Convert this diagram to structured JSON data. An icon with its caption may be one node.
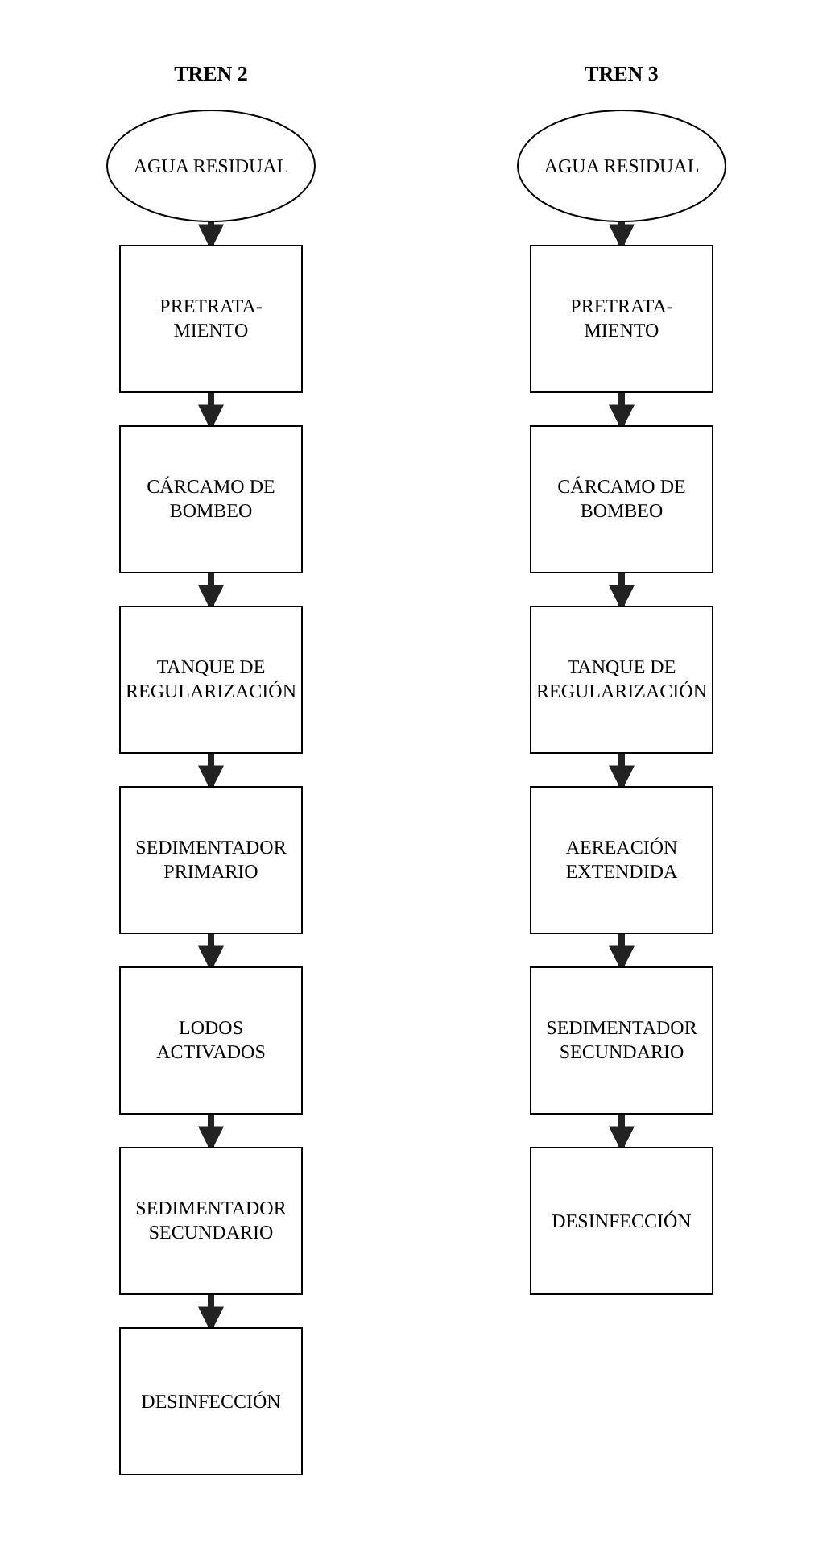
{
  "diagram": {
    "nodes": [
      {
        "text": [
          "AGUA RESIDUAL"
        ]
      },
      {
        "text": [
          "PRETRATA- MIENTO"
        ]
      },
      {
        "text": [
          "CÁRCAMO DE BOMBEO"
        ]
      },
      {
        "text": [
          "TANQUE DE REGULARIZACIÓN"
        ]
      },
      {
        "text": [
          "SEDIMENTADOR PRIMARIO"
        ]
      },
      {
        "text": [
          "LODOS ACTIVADOS"
        ]
      },
      {
        "text": [
          "SEDIMENTADOR SECUNDARIO"
        ]
      },
      {
        "text": [
          "DESINFECCIÓN"
        ]
      },
      {
        "text": [
          "AGUA RESIDUAL"
        ]
      },
      {
        "text": [
          "PRETRATA- MIENTO"
        ]
      },
      {
        "text": [
          "CÁRCAMO DE BOMBEO"
        ]
      },
      {
        "text": [
          "TANQUE DE REGULARIZACIÓN"
        ]
      },
      {
        "text": [
          "AEREACIÓN EXTENDIDA"
        ]
      },
      {
        "text": [
          "SEDIMENTADOR SECUNDARIO"
        ]
      },
      {
        "text": [
          "DESINFECCIÓN"
        ]
      }
    ],
    "edges": [
      {
        "from": 0,
        "to": 1,
        "arrow": "to"
      },
      {
        "from": 1,
        "to": 2,
        "arrow": "to"
      },
      {
        "from": 2,
        "to": 3,
        "arrow": "to"
      },
      {
        "from": 3,
        "to": 4,
        "arrow": "to"
      },
      {
        "from": 4,
        "to": 5,
        "arrow": "to"
      },
      {
        "from": 5,
        "to": 6,
        "arrow": "to"
      },
      {
        "from": 6,
        "to": 7,
        "arrow": "to"
      },
      {
        "from": 8,
        "to": 9,
        "arrow": "to"
      },
      {
        "from": 9,
        "to": 10,
        "arrow": "to"
      },
      {
        "from": 10,
        "to": 11,
        "arrow": "to"
      },
      {
        "from": 11,
        "to": 12,
        "arrow": "to"
      },
      {
        "from": 12,
        "to": 13,
        "arrow": "to"
      },
      {
        "from": 13,
        "to": 14,
        "arrow": "to"
      }
    ],
    "labels": [
      "TREN 2",
      "TREN 3"
    ]
  }
}
